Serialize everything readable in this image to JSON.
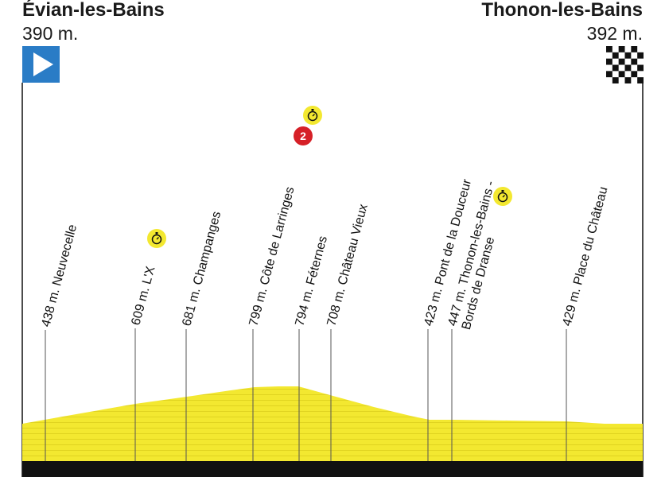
{
  "start": {
    "town": "Évian-les-Bains",
    "altitude": "390 m.",
    "flag_icon": "play-triangle-icon",
    "flag_color": "#2a7cc6"
  },
  "finish": {
    "town": "Thonon-les-Bains",
    "altitude": "392 m.",
    "flag_icon": "checkered-flag-icon"
  },
  "colors": {
    "profile_fill": "#f3e830",
    "profile_stripe": "#e0d320",
    "road": "#111111",
    "sprint_badge": "#f3e830",
    "climb_badge": "#d62027"
  },
  "waypoints": [
    {
      "id": "neuvecelle",
      "label": "438 m. Neuvecelle",
      "lines": [
        "438 m. Neuvecelle"
      ]
    },
    {
      "id": "lx",
      "label": "609 m. L'X",
      "lines": [
        "609 m. L'X"
      ],
      "badge": "stopwatch-icon"
    },
    {
      "id": "champanges",
      "label": "681 m. Champanges",
      "lines": [
        "681 m. Champanges"
      ]
    },
    {
      "id": "larringes",
      "label": "799 m. Côte de Larringes",
      "lines": [
        "799 m. Côte de Larringes"
      ],
      "badge": "stopwatch-icon",
      "climb_category": "2"
    },
    {
      "id": "feternes",
      "label": "794 m. Féternes",
      "lines": [
        "794 m. Féternes"
      ]
    },
    {
      "id": "chateau-vieux",
      "label": "708 m. Château Vieux",
      "lines": [
        "708 m. Château Vieux"
      ]
    },
    {
      "id": "pont-douceur",
      "label": "423 m. Pont de la Douceur",
      "lines": [
        "423 m. Pont de la Douceur"
      ]
    },
    {
      "id": "thonon-dranse",
      "label": "447 m. Thonon-les-Bains - Bords de Dranse",
      "lines": [
        "447 m. Thonon-les-Bains -",
        "Bords de Dranse"
      ],
      "badge": "stopwatch-icon"
    },
    {
      "id": "place-chateau",
      "label": "429 m. Place du Château",
      "lines": [
        "429 m. Place du Château"
      ]
    }
  ]
}
